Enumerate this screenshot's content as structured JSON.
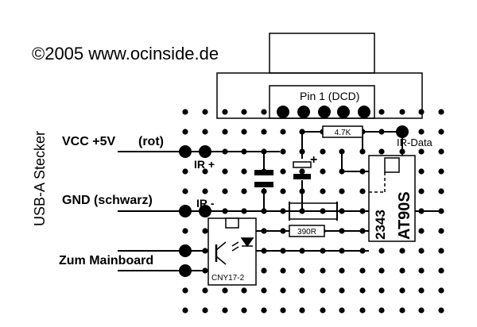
{
  "copyright": "©2005 www.ocinside.de",
  "connector_title": "USB-A Stecker",
  "pins": {
    "vcc": "VCC +5V",
    "vcc_color": "(rot)",
    "gnd": "GND (schwarz)",
    "mainboard": "Zum Mainboard"
  },
  "labels": {
    "ir_plus": "IR +",
    "ir_minus": "IR -",
    "pin1": "Pin 1 (DCD)",
    "resistor_47k": "4.7K",
    "resistor_390": "390R",
    "ir_data": "IR-Data",
    "plus_sign": "+",
    "optocoupler": "CNY17-2",
    "ic_number": "2343",
    "ic_name": "AT90S"
  },
  "colors": {
    "ink": "#000000",
    "paper": "#ffffff"
  }
}
